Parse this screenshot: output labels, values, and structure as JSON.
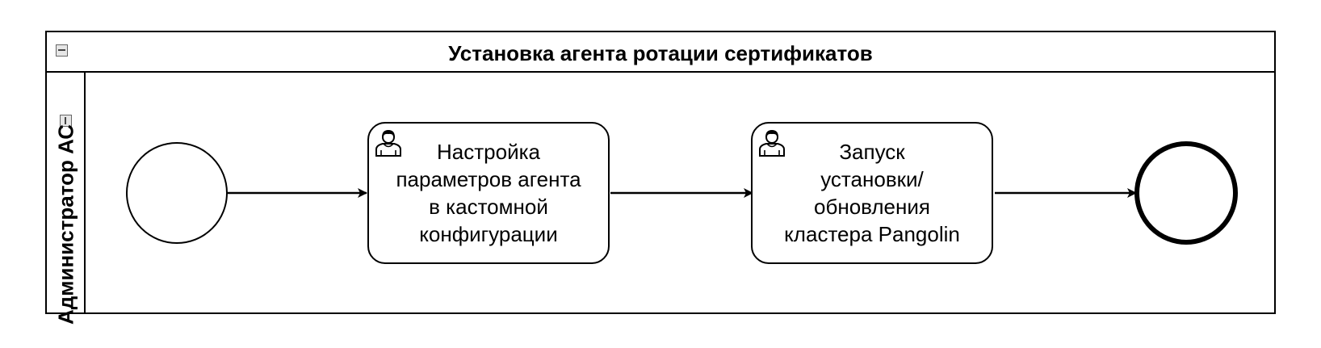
{
  "pool": {
    "title": "Установка агента ротации сертификатов"
  },
  "lane": {
    "title": "Администратор АС"
  },
  "tasks": [
    {
      "label": "Настройка\nпараметров агента\nв кастомной\nконфигурации",
      "icon": "user-icon"
    },
    {
      "label": "Запуск\nустановки/\nобновления\nкластера Pangolin",
      "icon": "user-icon"
    }
  ],
  "events": {
    "start": "start-event",
    "end": "end-event"
  }
}
